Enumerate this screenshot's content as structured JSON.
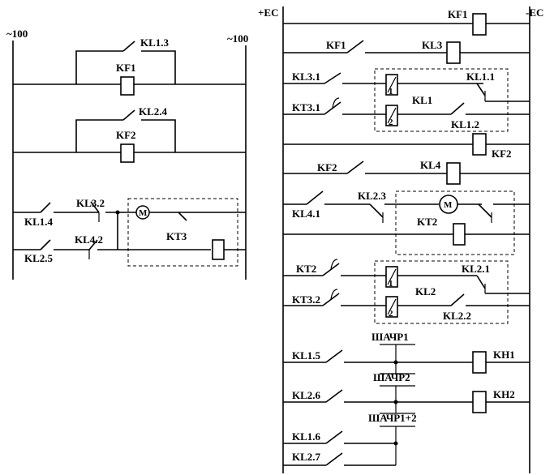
{
  "left": {
    "supply_left": "~100",
    "supply_right": "~100",
    "contacts": {
      "kl1_3": "KL1.3",
      "kl2_4": "KL2.4",
      "kl3_2": "KL3.2",
      "kl1_4": "KL1.4",
      "kl4_2": "KL4.2",
      "kl2_5": "KL2.5"
    },
    "coils": {
      "kf1": "KF1",
      "kf2": "KF2"
    },
    "timer": {
      "kt3": "KT3",
      "motor": "M"
    }
  },
  "right": {
    "bus_plus": "+EC",
    "bus_minus": "-EC",
    "rungs": {
      "kf1_coil": "KF1",
      "kf1_contact": "KF1",
      "kl3_coil": "KL3",
      "kl3_1": "KL3.1",
      "kl1_1": "KL1.1",
      "kl1": "KL1",
      "kt3_1": "KT3.1",
      "kl1_2": "KL1.2",
      "kf2_coil": "KF2",
      "kf2_contact": "KF2",
      "kl4_coil": "KL4",
      "kl4_1": "KL4.1",
      "kl2_3": "KL2.3",
      "kt2": "KT2",
      "motor": "M",
      "kt2_contact": "KT2",
      "kl2_1": "KL2.1",
      "kl2": "KL2",
      "kt3_2": "KT3.2",
      "kl2_2": "KL2.2",
      "kl1_5": "KL1.5",
      "shachr1": "ШАЧР1",
      "kh1": "KH1",
      "shachr2": "ШАЧР2",
      "kl2_6": "KL2.6",
      "kh2": "KH2",
      "shachr12": "ШАЧР1+2",
      "kl1_6": "KL1.6",
      "kl2_7": "KL2.7"
    },
    "winding_nums": {
      "w1": "1",
      "w2": "2",
      "w3": "1",
      "w4": "2"
    }
  }
}
